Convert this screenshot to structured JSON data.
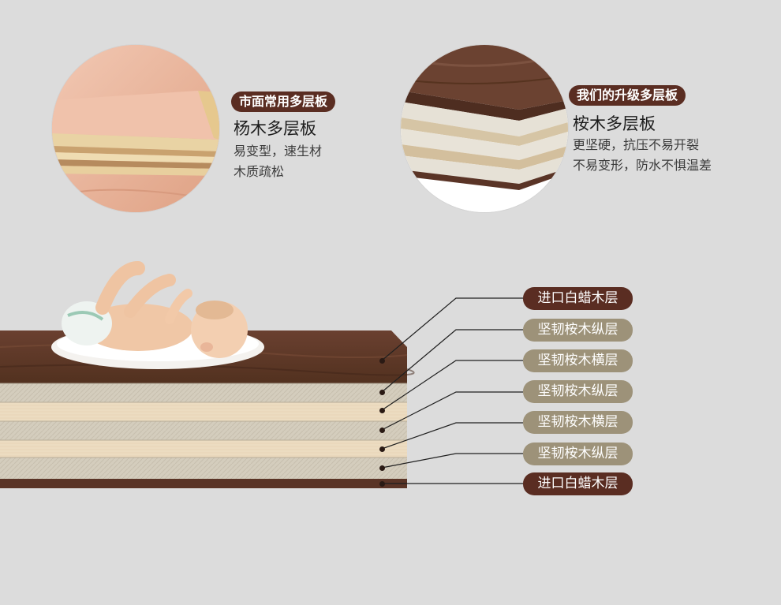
{
  "left_sample": {
    "tag": "市面常用多层板",
    "title": "杨木多层板",
    "lines": [
      "易变型，速生材",
      "木质疏松"
    ]
  },
  "right_sample": {
    "tag": "我们的升级多层板",
    "title": "桉木多层板",
    "lines": [
      "更坚硬，抗压不易开裂",
      "不易变形，防水不惧温差"
    ]
  },
  "layers": [
    {
      "label": "进口白蜡木层",
      "style": "dark"
    },
    {
      "label": "坚韧桉木纵层",
      "style": "light"
    },
    {
      "label": "坚韧桉木横层",
      "style": "light"
    },
    {
      "label": "坚韧桉木纵层",
      "style": "light"
    },
    {
      "label": "坚韧桉木横层",
      "style": "light"
    },
    {
      "label": "坚韧桉木纵层",
      "style": "light"
    },
    {
      "label": "进口白蜡木层",
      "style": "dark"
    }
  ],
  "colors": {
    "background": "#dcdcdc",
    "tag_dark": "#5a2d22",
    "tag_light": "#9d9279",
    "walnut": "#5e3a2b"
  }
}
